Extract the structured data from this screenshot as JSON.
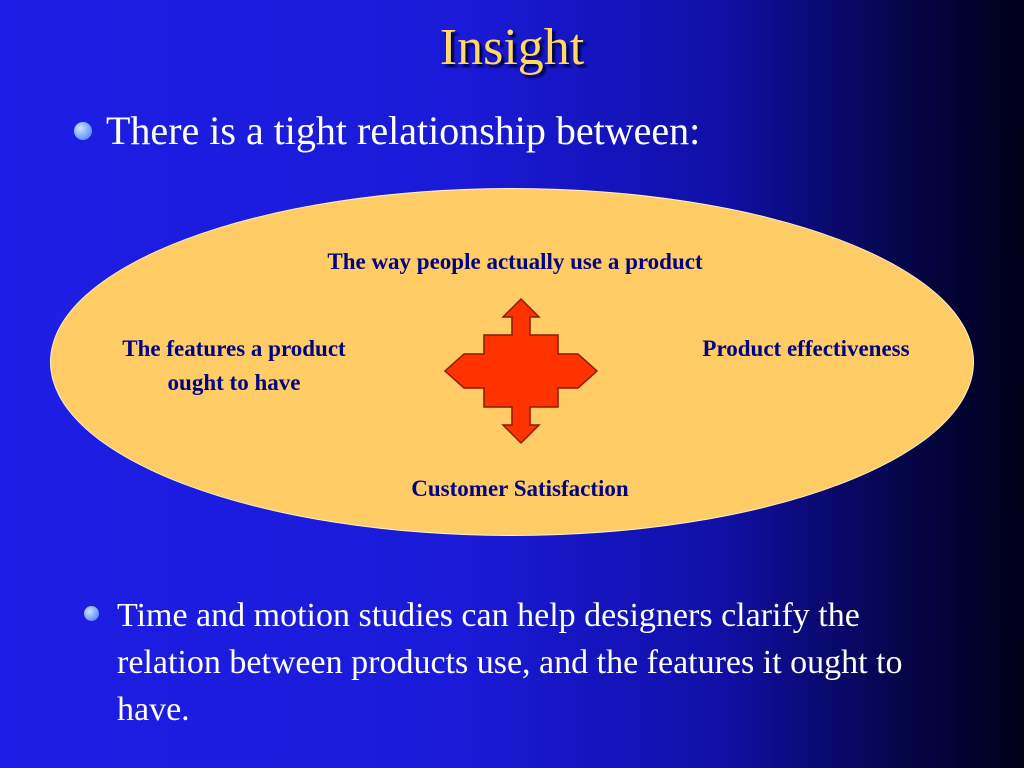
{
  "slide": {
    "title": "Insight",
    "bullets": [
      "There is a tight relationship between:",
      "Time and motion studies can help designers clarify the relation between products use, and the features it ought to have."
    ],
    "diagram": {
      "top": "The way people actually use a product",
      "left": "The features a product ought to have",
      "right": "Product effectiveness",
      "bottom": "Customer Satisfaction",
      "center_icon": "four-way-arrow-icon"
    }
  },
  "colors": {
    "background_start": "#1e1ee6",
    "background_end": "#000018",
    "title": "#ffd866",
    "ellipse_fill": "#ffcc66",
    "label_text": "#000080",
    "arrow_fill": "#ff3300",
    "arrow_stroke": "#8a1a00"
  }
}
